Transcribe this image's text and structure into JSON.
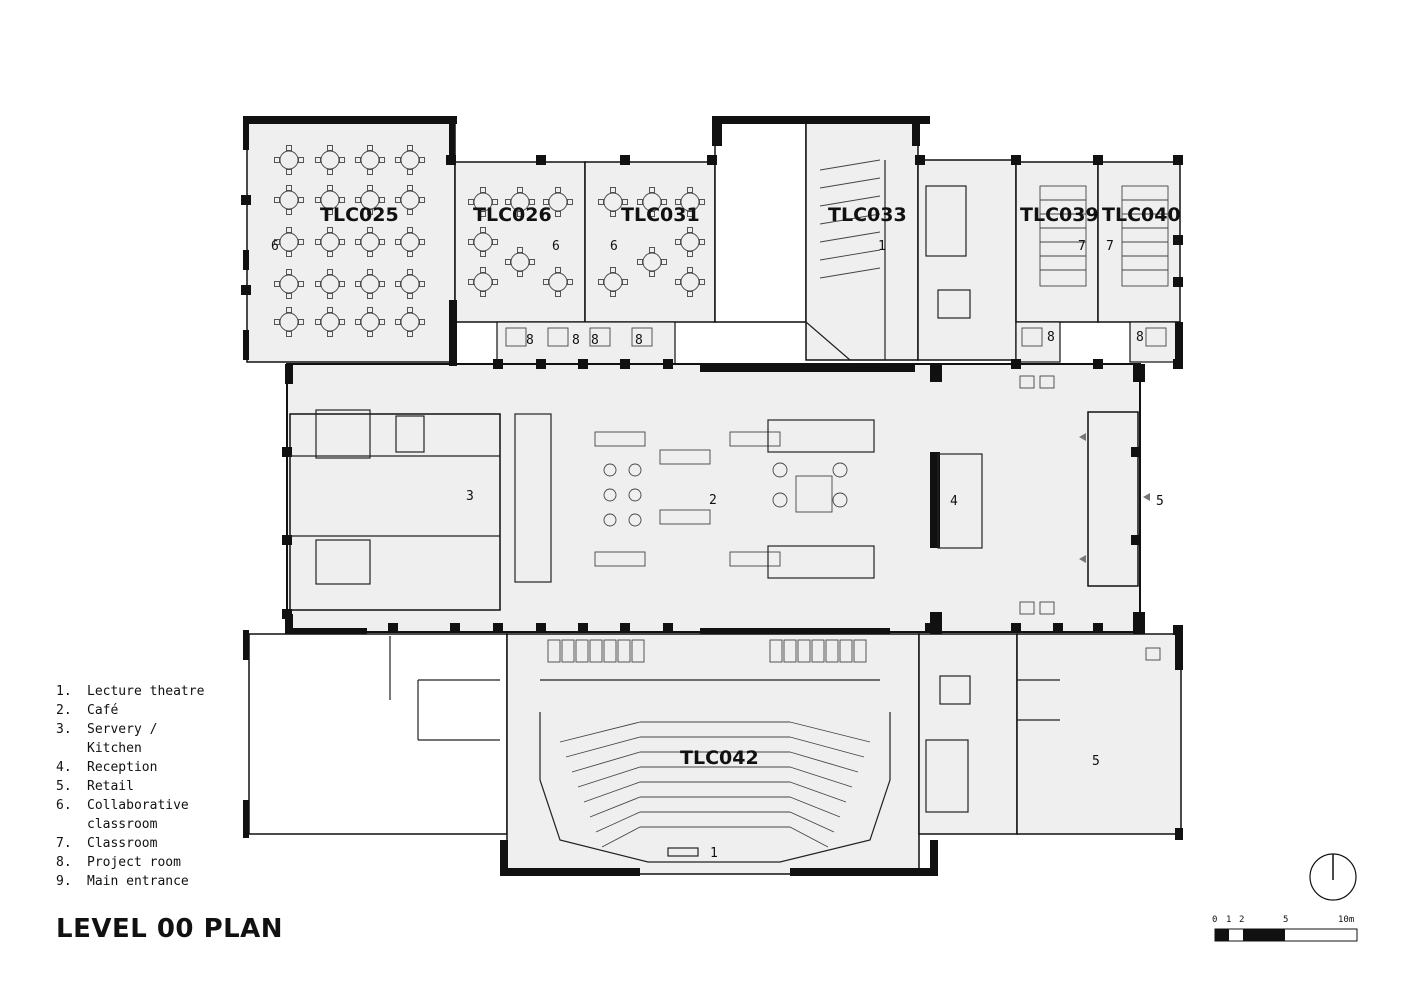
{
  "rooms": {
    "tlc025": "TLC025",
    "tlc026": "TLC026",
    "tlc031": "TLC031",
    "tlc033": "TLC033",
    "tlc039": "TLC039",
    "tlc040": "TLC040",
    "tlc042": "TLC042"
  },
  "plan_numbers": [
    "6",
    "6",
    "6",
    "1",
    "7",
    "7",
    "8",
    "8",
    "8",
    "8",
    "8",
    "8",
    "3",
    "2",
    "4",
    "5",
    "5",
    "1"
  ],
  "legend": [
    {
      "num": "1.",
      "text": "Lecture theatre"
    },
    {
      "num": "2.",
      "text": "Café"
    },
    {
      "num": "3.",
      "text": "Servery /\nKitchen"
    },
    {
      "num": "4.",
      "text": "Reception"
    },
    {
      "num": "5.",
      "text": "Retail"
    },
    {
      "num": "6.",
      "text": "Collaborative\nclassroom"
    },
    {
      "num": "7.",
      "text": "Classroom"
    },
    {
      "num": "8.",
      "text": "Project room"
    },
    {
      "num": "9.",
      "text": "Main entrance"
    }
  ],
  "title": "LEVEL 00 PLAN",
  "scale": {
    "l0": "0",
    "l1": "1",
    "l2": "2",
    "l5": "5",
    "l10": "10m"
  },
  "colors": {
    "fill": "#efefef",
    "wall": "#111111",
    "line": "#333333"
  }
}
